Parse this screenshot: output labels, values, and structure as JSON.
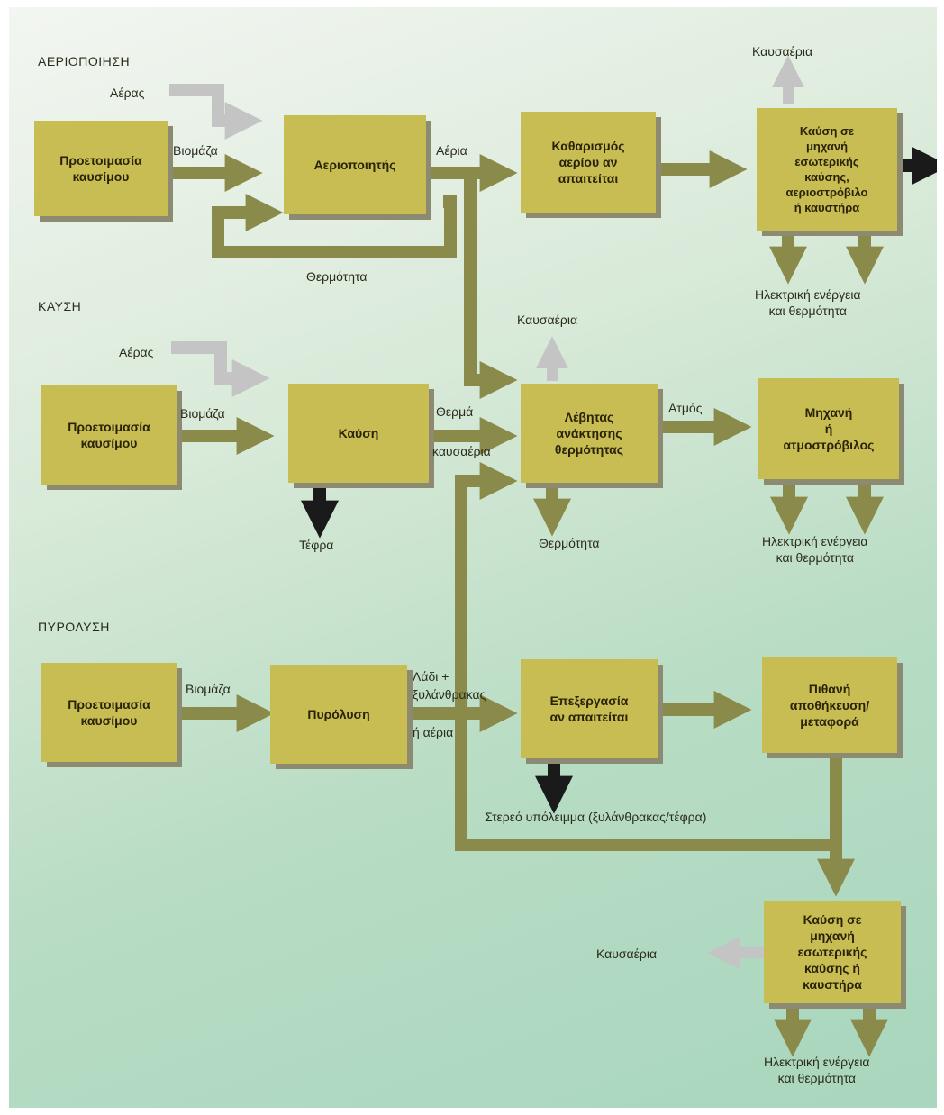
{
  "sections": {
    "gasification": "ΑΕΡΙΟΠΟΙΗΣΗ",
    "combustion": "ΚΑΥΣΗ",
    "pyrolysis": "ΠΥΡΟΛΥΣΗ"
  },
  "boxes": {
    "fuel_prep_1": "Προετοιμασία\nκαυσίμου",
    "gasifier": "Αεριοποιητής",
    "gas_cleaning": "Καθαρισμός\nαερίου αν\nαπαιτείται",
    "ic_engine_1": "Καύση σε\nμηχανή\nεσωτερικής\nκαύσης,\nαεριοστρόβιλο\nή καυστήρα",
    "fuel_prep_2": "Προετοιμασία\nκαυσίμου",
    "combustion": "Καύση",
    "boiler": "Λέβητας\nανάκτησης\nθερμότητας",
    "steam_engine": "Μηχανή\nή\nατμοστρόβιλος",
    "fuel_prep_3": "Προετοιμασία\nκαυσίμου",
    "pyrolysis": "Πυρόλυση",
    "processing": "Επεξεργασία\nαν απαιτείται",
    "storage": "Πιθανή\nαποθήκευση/\nμεταφορά",
    "ic_engine_2": "Καύση σε\nμηχανή\nεσωτερικής\nκαύσης ή\nκαυστήρα"
  },
  "labels": {
    "air_1": "Αέρας",
    "biomass_1": "Βιομάζα",
    "gases": "Αέρια",
    "heat_1": "Θερμότητα",
    "flue_gas_1": "Καυσαέρια",
    "elec_heat_1": "Ηλεκτρική ενέργεια\nκαι θερμότητα",
    "air_2": "Αέρας",
    "biomass_2": "Βιομάζα",
    "flue_gas_2": "Καυσαέρια",
    "hot_1": "Θερμά",
    "hot_2": "καυσαέρια",
    "steam": "Ατμός",
    "ash": "Τέφρα",
    "heat_2": "Θερμότητα",
    "elec_heat_2": "Ηλεκτρική ενέργεια\nκαι θερμότητα",
    "biomass_3": "Βιομάζα",
    "oil_1": "Λάδι +",
    "oil_2": "ξυλάνθρακας",
    "oil_3": "ή αέρια",
    "solid_residue": "Στερεό υπόλειμμα (ξυλάνθρακας/τέφρα)",
    "flue_gas_3": "Καυσαέρια",
    "elec_heat_3": "Ηλεκτρική ενέργεια\nκαι θερμότητα"
  },
  "colors": {
    "box": "#c7bd52",
    "arrow_olive": "#8a8a4a",
    "arrow_gray": "#c4c4c4",
    "arrow_black": "#1a1a1a"
  }
}
